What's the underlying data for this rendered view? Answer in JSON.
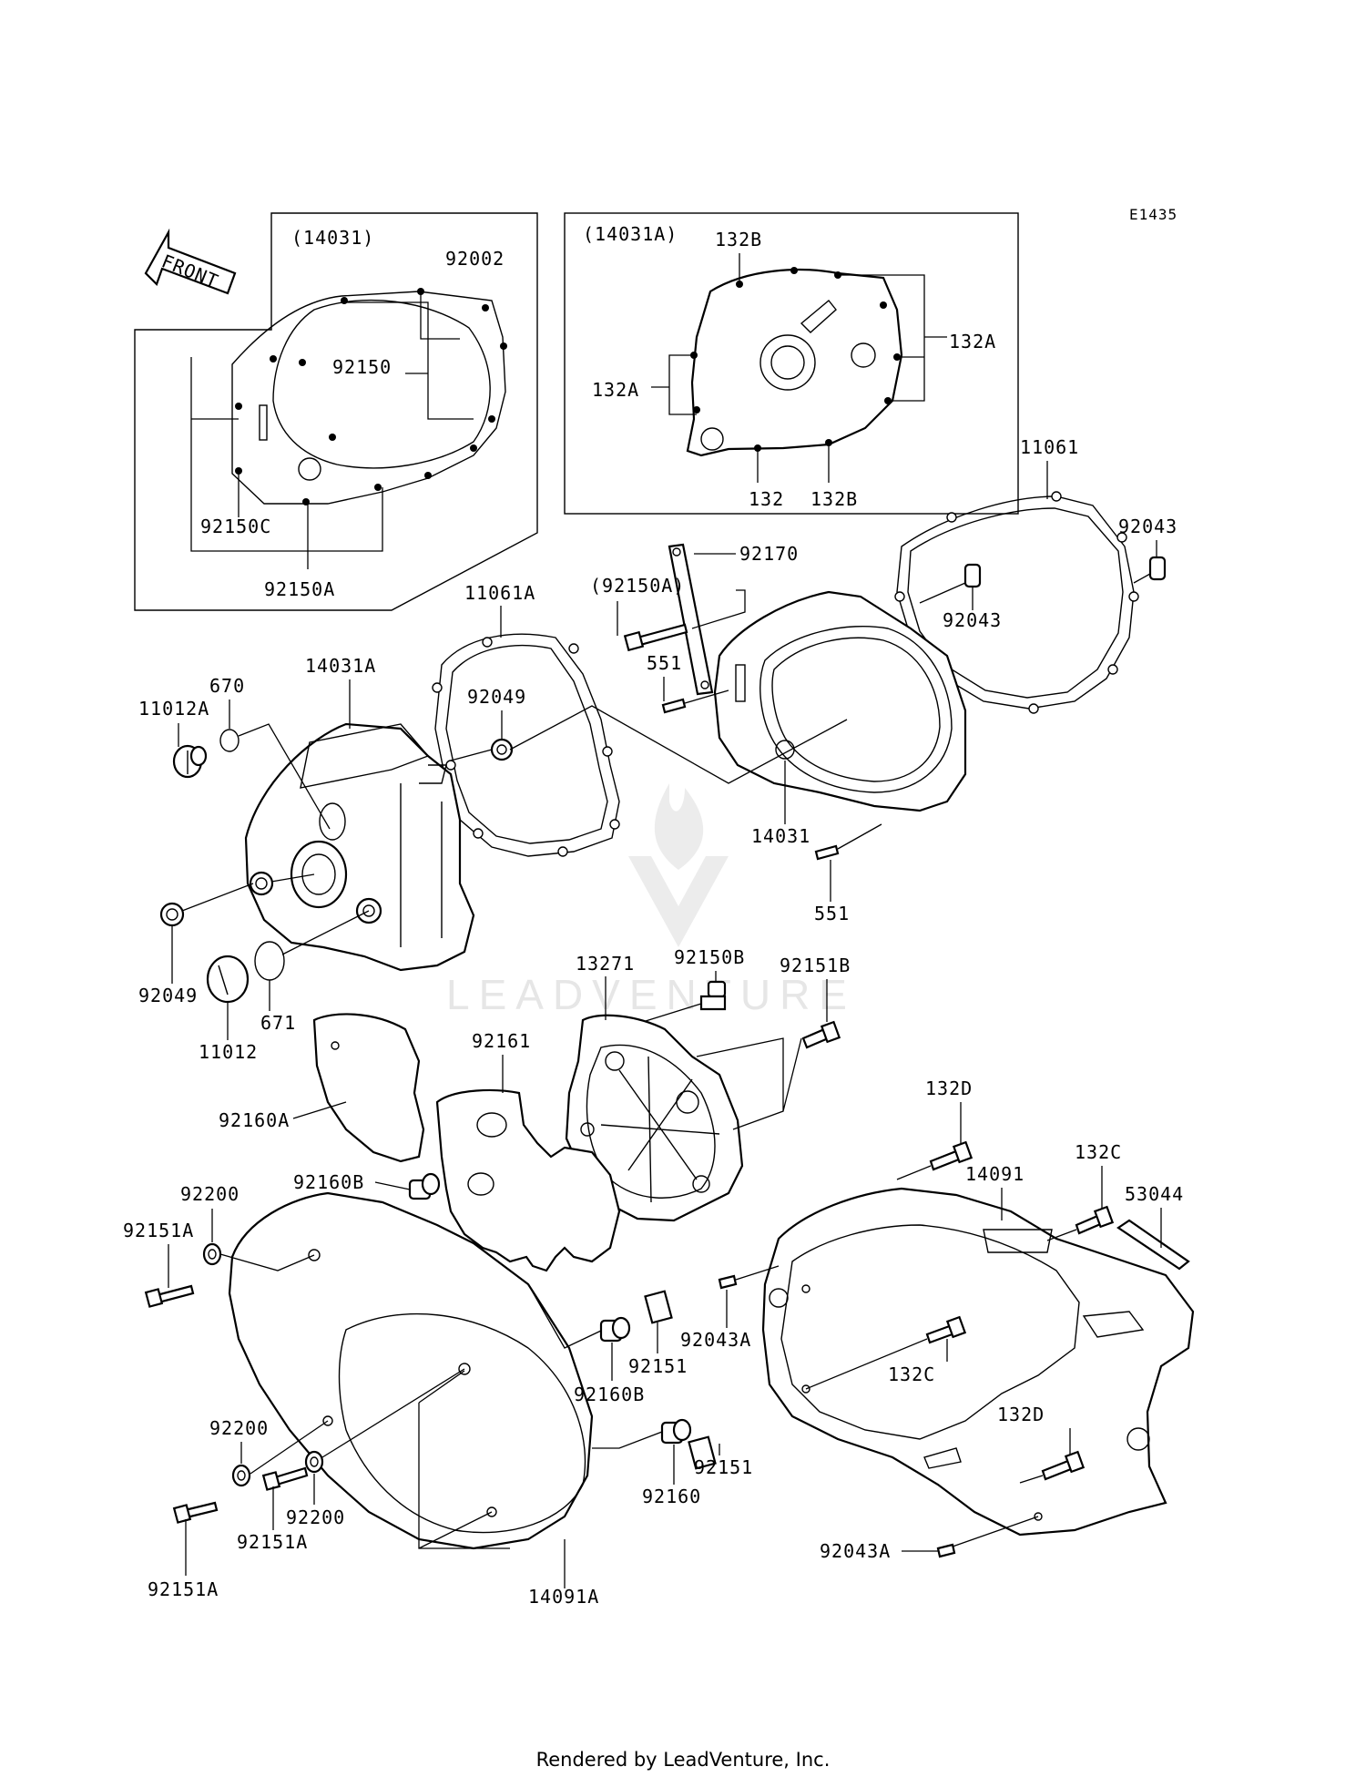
{
  "diagram_code": "E1435",
  "front_arrow_label": "FRONT",
  "watermark": "LEADVENTURE",
  "footer": "Rendered by LeadVenture, Inc.",
  "labels": {
    "group_14031": "(14031)",
    "group_14031A": "(14031A)",
    "p92002": "92002",
    "p92150": "92150",
    "p92150C": "92150C",
    "p92150A": "92150A",
    "p132B_top": "132B",
    "p132A_right": "132A",
    "p132A_left": "132A",
    "p132": "132",
    "p132B_bottom": "132B",
    "p11061": "11061",
    "p92043_right": "92043",
    "p92043_mid": "92043",
    "p92170": "92170",
    "p92150A_paren": "(92150A)",
    "p551_top": "551",
    "p551_bottom": "551",
    "p11061A": "11061A",
    "p14031A": "14031A",
    "p670": "670",
    "p11012A": "11012A",
    "p92049_top": "92049",
    "p92049_left": "92049",
    "p14031": "14031",
    "p671": "671",
    "p11012": "11012",
    "p92150B": "92150B",
    "p92151B": "92151B",
    "p13271": "13271",
    "p92161": "92161",
    "p92160A": "92160A",
    "p92160B_top": "92160B",
    "p92160B_bottom": "92160B",
    "p92200_top": "92200",
    "p92200_mid": "92200",
    "p92200_bottom": "92200",
    "p92151A_left": "92151A",
    "p92151A_mid": "92151A",
    "p92151A_bottom": "92151A",
    "p92151_top": "92151",
    "p92151_bottom": "92151",
    "p92160": "92160",
    "p14091A": "14091A",
    "p132D_top": "132D",
    "p132D_bottom": "132D",
    "p132C_top": "132C",
    "p132C_mid": "132C",
    "p14091": "14091",
    "p53044": "53044",
    "p92043A_top": "92043A",
    "p92043A_bottom": "92043A"
  }
}
